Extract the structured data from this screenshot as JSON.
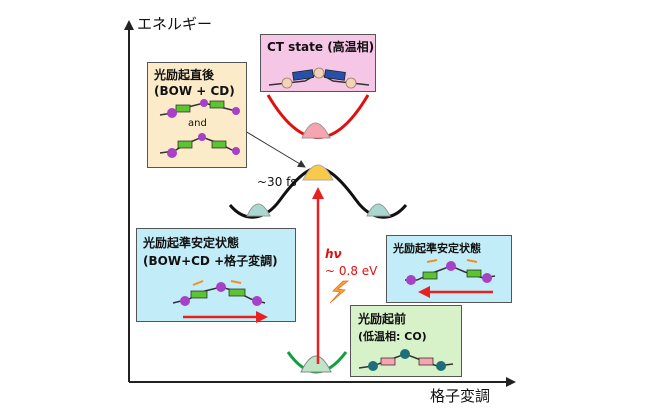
{
  "axes": {
    "y_label": "エネルギー",
    "x_label": "格子変調"
  },
  "ct_state": {
    "label": "CT state (高温相)"
  },
  "immediate_after": {
    "title": "光励起直後",
    "subtitle": "(BOW + CD)",
    "and_text": "and"
  },
  "time_label": "~30 fs",
  "metastable_left": {
    "title": "光励起準安定状態",
    "subtitle": "(BOW+CD +格子変調)"
  },
  "metastable_right": {
    "title": "光励起準安定状態"
  },
  "excitation": {
    "symbol": "hν",
    "energy": "~ 0.8 eV"
  },
  "before_excitation": {
    "title": "光励起前",
    "subtitle": "(低温相: CO)"
  },
  "colors": {
    "ct_box_bg": "#f6c6e6",
    "immediate_box_bg": "#fcebc8",
    "metastable_box_bg": "#c2ecf7",
    "before_box_bg": "#d7f2c8",
    "ct_curve": "#e01010",
    "ground_curve": "#10a040",
    "excited_curve": "#111111",
    "arrow_red": "#e82020"
  }
}
